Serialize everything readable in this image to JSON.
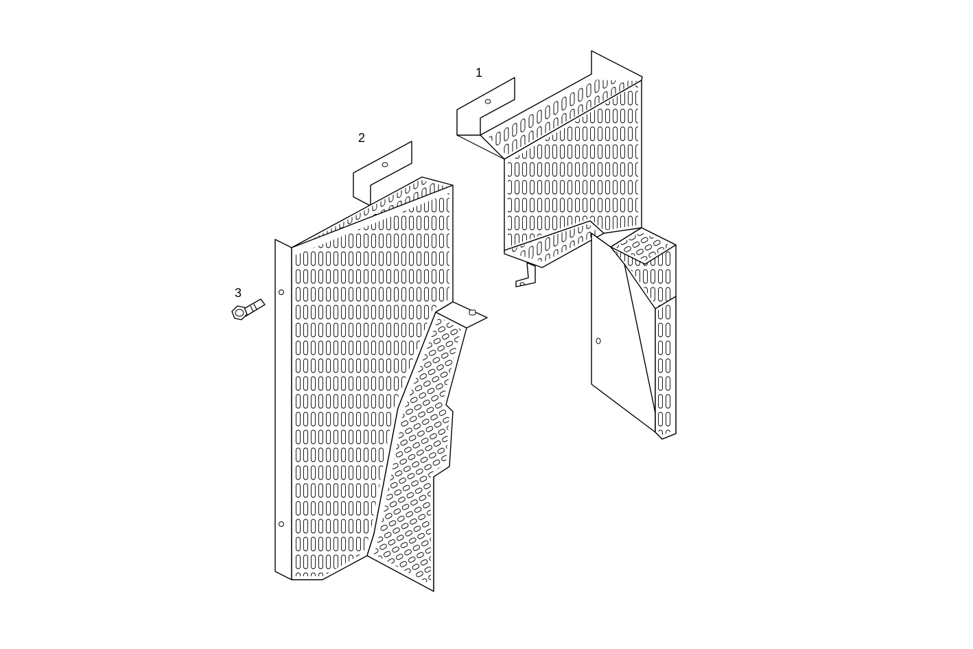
{
  "callouts": {
    "part_1": "1",
    "part_2": "2",
    "part_3": "3"
  },
  "colors": {
    "line": "#000000",
    "background": "#ffffff"
  }
}
